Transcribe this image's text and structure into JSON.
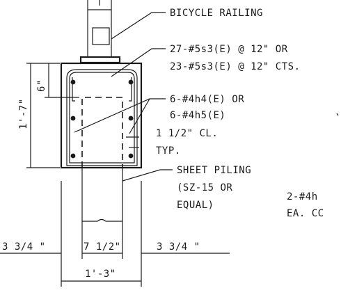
{
  "labels": {
    "bicycle_railing": "BICYCLE RAILING",
    "stirrup_line1": "27-#5s3(E) @ 12\" OR",
    "stirrup_line2": "23-#5s3(E) @ 12\" CTS.",
    "bar_line1": "6-#4h4(E) OR",
    "bar_line2": "6-#4h5(E)",
    "clearance": "1 1/2\" CL.",
    "clearance_typ": "TYP.",
    "piling_line1": "SHEET PILING",
    "piling_line2": "(SZ-15 OR",
    "piling_line3": "EQUAL)",
    "right_cut_line1": "2-#4h",
    "right_cut_line2": "EA. CC"
  },
  "dimensions": {
    "height_total": "1'-7\"",
    "height_top": "6\"",
    "left_offset": "3 3/4 \"",
    "pile_width": "7 1/2\"",
    "right_offset": "3 3/4 \"",
    "total_width": "1'-3\""
  }
}
